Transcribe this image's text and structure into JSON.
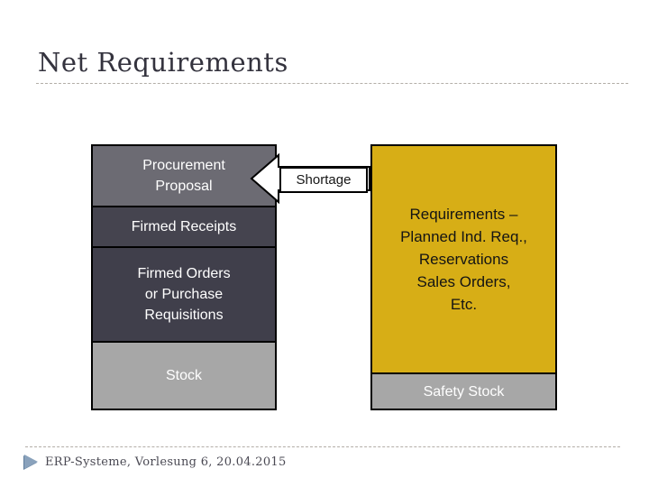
{
  "slide": {
    "title": "Net Requirements",
    "footer_text": "ERP-Systeme, Vorlesung 6, 20.04.2015"
  },
  "diagram": {
    "left_bar": {
      "sections": [
        {
          "label": "Procurement\nProposal"
        },
        {
          "label": "Firmed Receipts"
        },
        {
          "label": "Firmed Orders\nor Purchase\nRequisitions"
        },
        {
          "label": "Stock"
        }
      ]
    },
    "right_bar": {
      "sections": [
        {
          "label": "Requirements –\nPlanned Ind. Req.,\nReservations\nSales Orders,\nEtc."
        },
        {
          "label": "Safety Stock"
        }
      ]
    },
    "arrow": {
      "label": "Shortage",
      "direction": "left"
    }
  },
  "colors": {
    "procurement_proposal_bg": "#6c6b73",
    "firmed_receipts_bg": "#45444f",
    "firmed_orders_bg": "#403f4b",
    "stock_bg": "#a7a7a7",
    "requirements_bg": "#d7ae16",
    "safety_stock_bg": "#a7a7a7",
    "arrow_fill": "#ffffff",
    "arrow_stroke": "#000000",
    "footer_bullet": "#8aa2bc",
    "title_text": "#34333e"
  }
}
